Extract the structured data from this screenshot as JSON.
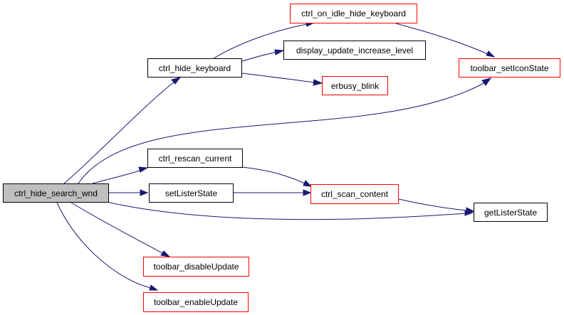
{
  "graph": {
    "edge_color": "#191970",
    "link_border_color": "#ff0000",
    "root_fill": "#bfbfbf",
    "nodes": [
      {
        "id": "ctrl_hide_search_wnd",
        "label": "ctrl_hide_search_wnd"
      },
      {
        "id": "ctrl_hide_keyboard",
        "label": "ctrl_hide_keyboard"
      },
      {
        "id": "ctrl_on_idle_hide_keyboard",
        "label": "ctrl_on_idle_hide_keyboard"
      },
      {
        "id": "display_update_increase_level",
        "label": "display_update_increase_level"
      },
      {
        "id": "erbusy_blink",
        "label": "erbusy_blink"
      },
      {
        "id": "toolbar_setIconState",
        "label": "toolbar_setIconState"
      },
      {
        "id": "ctrl_rescan_current",
        "label": "ctrl_rescan_current"
      },
      {
        "id": "setListerState",
        "label": "setListerState"
      },
      {
        "id": "ctrl_scan_content",
        "label": "ctrl_scan_content"
      },
      {
        "id": "getListerState",
        "label": "getListerState"
      },
      {
        "id": "toolbar_disableUpdate",
        "label": "toolbar_disableUpdate"
      },
      {
        "id": "toolbar_enableUpdate",
        "label": "toolbar_enableUpdate"
      }
    ],
    "edges": [
      {
        "from": "ctrl_hide_search_wnd",
        "to": "ctrl_hide_keyboard"
      },
      {
        "from": "ctrl_hide_search_wnd",
        "to": "toolbar_setIconState"
      },
      {
        "from": "ctrl_hide_search_wnd",
        "to": "ctrl_rescan_current"
      },
      {
        "from": "ctrl_hide_search_wnd",
        "to": "setListerState"
      },
      {
        "from": "ctrl_hide_search_wnd",
        "to": "getListerState"
      },
      {
        "from": "ctrl_hide_search_wnd",
        "to": "toolbar_disableUpdate"
      },
      {
        "from": "ctrl_hide_search_wnd",
        "to": "toolbar_enableUpdate"
      },
      {
        "from": "ctrl_hide_keyboard",
        "to": "ctrl_on_idle_hide_keyboard"
      },
      {
        "from": "ctrl_hide_keyboard",
        "to": "display_update_increase_level"
      },
      {
        "from": "ctrl_hide_keyboard",
        "to": "erbusy_blink"
      },
      {
        "from": "ctrl_on_idle_hide_keyboard",
        "to": "toolbar_setIconState"
      },
      {
        "from": "ctrl_rescan_current",
        "to": "ctrl_scan_content"
      },
      {
        "from": "setListerState",
        "to": "ctrl_scan_content"
      },
      {
        "from": "ctrl_scan_content",
        "to": "getListerState"
      }
    ]
  }
}
